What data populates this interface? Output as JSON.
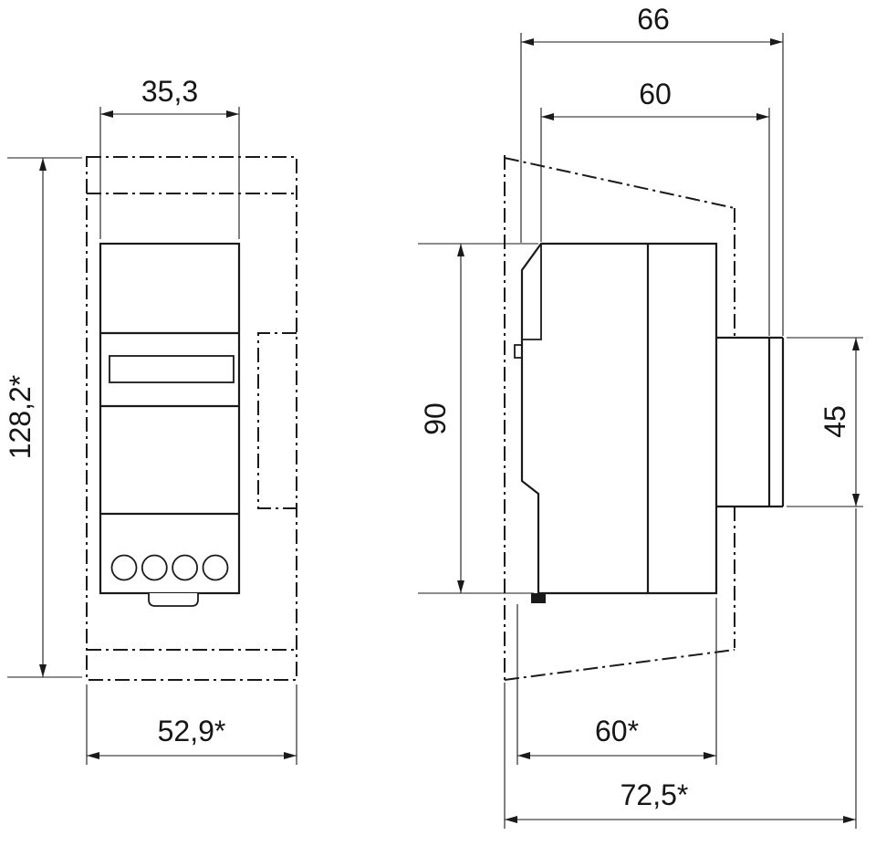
{
  "drawing": {
    "colors": {
      "line": "#1a1a1a",
      "background": "#ffffff"
    },
    "front_view": {
      "width_top": "35,3",
      "height_left": "128,2*",
      "width_bottom": "52,9*"
    },
    "side_view": {
      "depth_total": "66",
      "depth_body": "60",
      "height_body": "90",
      "height_front_panel": "45",
      "width_bottom_body": "60*",
      "width_bottom_total": "72,5*"
    }
  }
}
